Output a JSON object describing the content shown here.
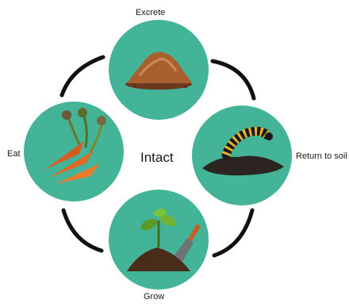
{
  "diagram": {
    "center_label": "Intact",
    "stages": [
      {
        "label": "Excrete",
        "icon": "soil-pile-icon"
      },
      {
        "label": "Return to soil",
        "icon": "millipede-on-soil-icon"
      },
      {
        "label": "Grow",
        "icon": "seedling-with-trowel-icon"
      },
      {
        "label": "Eat",
        "icon": "carrots-icon"
      }
    ],
    "colors": {
      "circle": "#43b497",
      "arc": "#111111",
      "text": "#1a1a1a"
    }
  }
}
